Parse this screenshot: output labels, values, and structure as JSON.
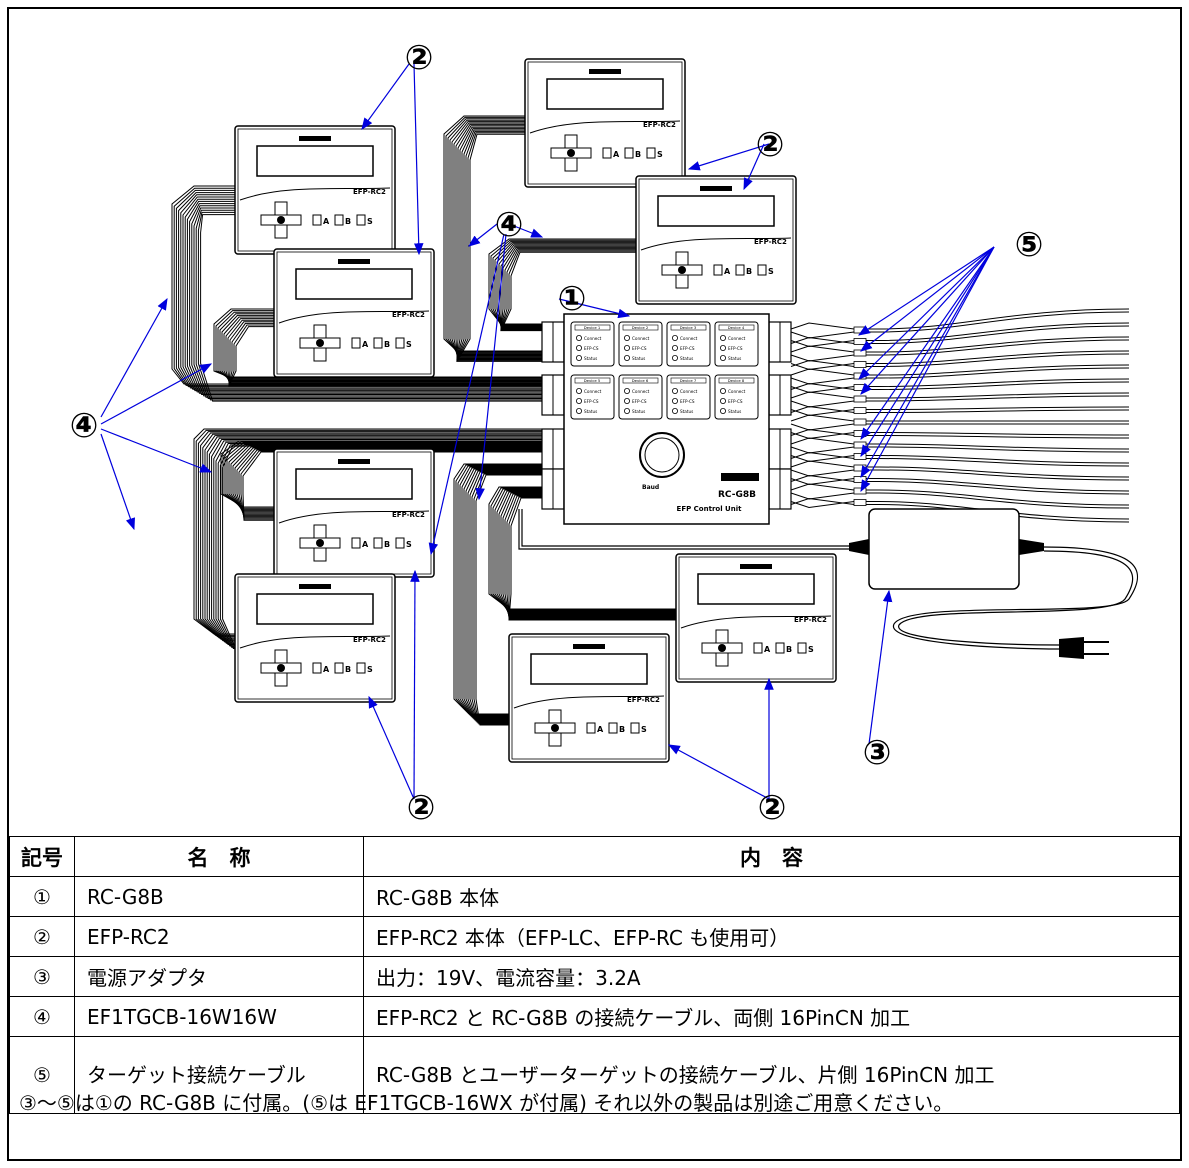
{
  "diagram": {
    "callouts": {
      "c1": "①",
      "c2": "②",
      "c3": "③",
      "c4": "④",
      "c5": "⑤"
    },
    "unit": {
      "model": "RC-G8B",
      "subtitle": "EFP Control Unit",
      "knob_label": "Baud",
      "channel_labels": [
        "Device 1",
        "Device 2",
        "Device 3",
        "Device 4",
        "Device 5",
        "Device 6",
        "Device 7",
        "Device 8"
      ],
      "led_labels": [
        "Connect",
        "EFP-CS",
        "Status"
      ]
    },
    "controller": {
      "model": "EFP-RC2",
      "buttons": [
        "A",
        "B",
        "S"
      ]
    }
  },
  "legend": {
    "headers": [
      "記号",
      "名　称",
      "内　容"
    ],
    "rows": [
      {
        "symbol": "①",
        "name": "RC-G8B",
        "desc": "RC-G8B 本体"
      },
      {
        "symbol": "②",
        "name": "EFP-RC2",
        "desc": "EFP-RC2 本体（EFP-LC、EFP-RC も使用可）"
      },
      {
        "symbol": "③",
        "name": "電源アダプタ",
        "desc": "出力：19V、電流容量：3.2A"
      },
      {
        "symbol": "④",
        "name": "EF1TGCB-16W16W",
        "desc": "EFP-RC2 と RC-G8B の接続ケーブル、両側 16PinCN 加工"
      },
      {
        "symbol": "⑤",
        "name": "ターゲット接続ケーブル",
        "desc": "RC-G8B とユーザーターゲットの接続ケーブル、片側 16PinCN 加工"
      }
    ],
    "note": "③～⑤は①の RC-G8B に付属。(⑤は EF1TGCB-16WX が付属) それ以外の製品は別途ご用意ください。"
  }
}
